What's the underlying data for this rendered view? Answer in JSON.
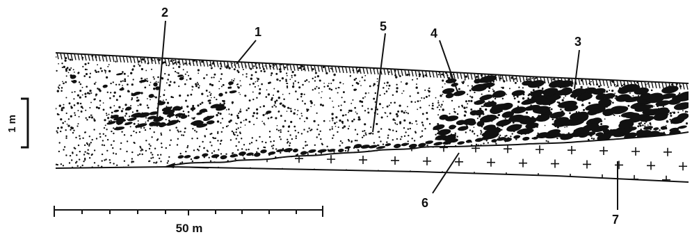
{
  "labels": {
    "l1": "1",
    "l2": "2",
    "l3": "3",
    "l4": "4",
    "l5": "5",
    "l6": "6",
    "l7": "7"
  },
  "vertical_scale": {
    "text": "1 m"
  },
  "horizontal_scale": {
    "text": "50 m"
  },
  "colors": {
    "ink": "#111111",
    "paper": "#ffffff"
  }
}
